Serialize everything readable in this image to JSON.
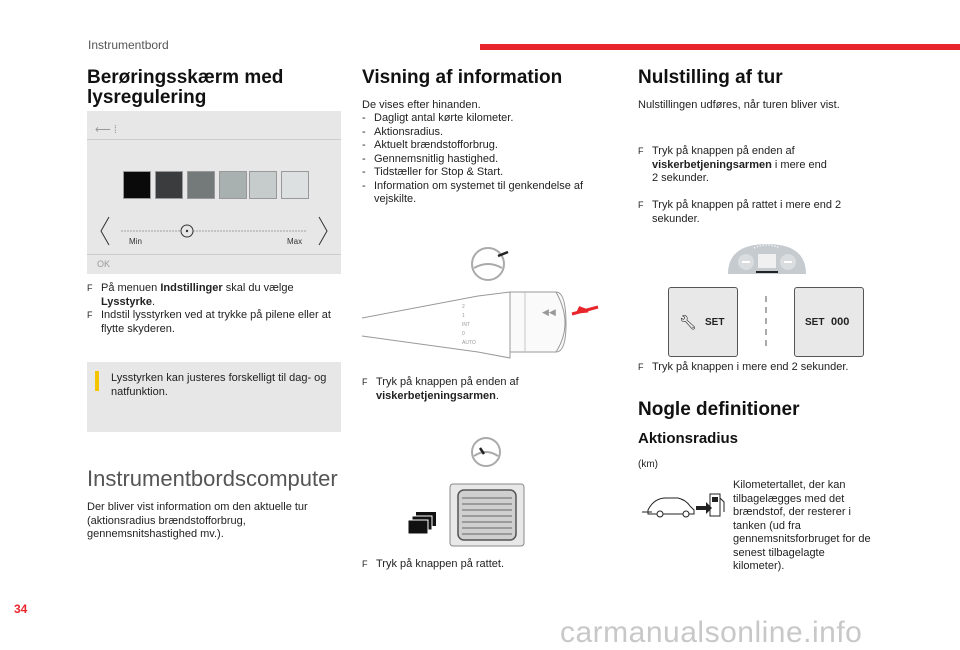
{
  "header": {
    "title": "Instrumentbord"
  },
  "page_number": "34",
  "watermark": "carmanualsonline.info",
  "col1": {
    "heading_line1": "Berøringsskærm med",
    "heading_line2": "lysregulering",
    "screen": {
      "min_label": "Min",
      "max_label": "Max",
      "ok_label": "OK"
    },
    "bullets": [
      {
        "text_before": "På menuen ",
        "bold": "Indstillinger",
        "text_after": " skal du vælge"
      },
      {
        "bold": "Lysstyrke",
        "text_after": "."
      },
      {
        "text": "Indstil lysstyrken ved at trykke på pilene eller at flytte skyderen."
      }
    ],
    "note": "Lysstyrken kan justeres forskelligt til dag- og natfunktion.",
    "computer_title": "Instrumentbordscomputer",
    "computer_text": "Der bliver vist information om den aktuelle tur (aktionsradius brændstofforbrug, gennemsnitshastighed mv.)."
  },
  "col2": {
    "heading": "Visning af information",
    "intro": "De vises efter hinanden.",
    "items": [
      "Dagligt antal kørte kilometer.",
      "Aktionsradius.",
      "Aktuelt brændstofforbrug.",
      "Gennemsnitlig hastighed.",
      "Tidstæller for Stop & Start.",
      "Information om systemet til genkendelse af vejskilte."
    ],
    "stalk_labels": [
      "2",
      "1",
      "INT",
      "0",
      "AUTO"
    ],
    "bullet1_before": "Tryk på knappen på enden af",
    "bullet1_bold": "viskerbetjeningsarmen",
    "bullet2": "Tryk på knappen på rattet."
  },
  "col3": {
    "heading": "Nulstilling af tur",
    "intro": "Nulstillingen udføres, når turen bliver vist.",
    "bullet1_before": "Tryk på knappen på enden af",
    "bullet1_bold": "viskerbetjeningsarmen",
    "bullet1_after": " i mere end",
    "bullet1_end": "2 sekunder.",
    "bullet2": "Tryk på knappen på rattet i mere end 2 sekunder.",
    "set_label": "SET",
    "set_counter": "000",
    "bullet3": "Tryk på knappen i mere end 2 sekunder.",
    "definitions_heading": "Nogle definitioner",
    "aktionsradius_heading": "Aktionsradius",
    "unit": "(km)",
    "definition_text": "Kilometertallet, der kan tilbagelægges med det brændstof, der resterer i tanken (ud fra gennemsnitsforbruget for de senest tilbagelagte kilometer)."
  },
  "colors": {
    "accent": "#e8252b",
    "note_bar": "#f5c400",
    "panel": "#e7e7e7"
  },
  "swatches": [
    "#0a0a0a",
    "#3a3c3e",
    "#737a79",
    "#a8b0b0",
    "#c6cccc",
    "#dde0e0"
  ]
}
